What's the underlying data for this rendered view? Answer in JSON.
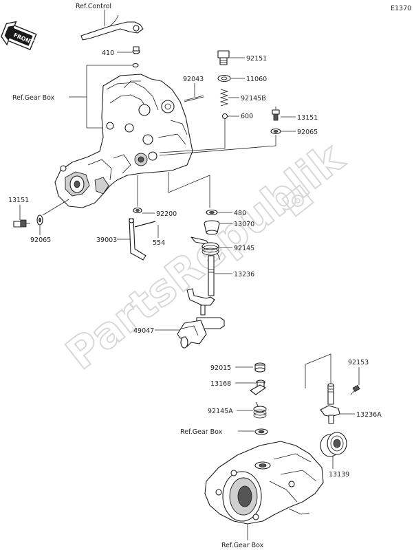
{
  "diagram_code": "E1370",
  "front_label": "FRONT",
  "watermark": "PartsRepublik",
  "labels": {
    "ref_control": "Ref.Control",
    "p410": "410",
    "ref_gear_box_top": "Ref.Gear Box",
    "p92043": "92043",
    "p92151": "92151",
    "p11060": "11060",
    "p92145B": "92145B",
    "p600": "600",
    "p13151_right": "13151",
    "p92065_right": "92065",
    "p13151_left": "13151",
    "p92065_left": "92065",
    "p92200": "92200",
    "p39003": "39003",
    "p554": "554",
    "p480": "480",
    "p13070": "13070",
    "p92145": "92145",
    "p13236": "13236",
    "p49047": "49047",
    "p92015": "92015",
    "p13168": "13168",
    "p92145A": "92145A",
    "ref_gear_box_mid": "Ref.Gear Box",
    "p92153": "92153",
    "p13236A": "13236A",
    "p13139": "13139",
    "ref_gear_box_bottom": "Ref.Gear Box"
  }
}
